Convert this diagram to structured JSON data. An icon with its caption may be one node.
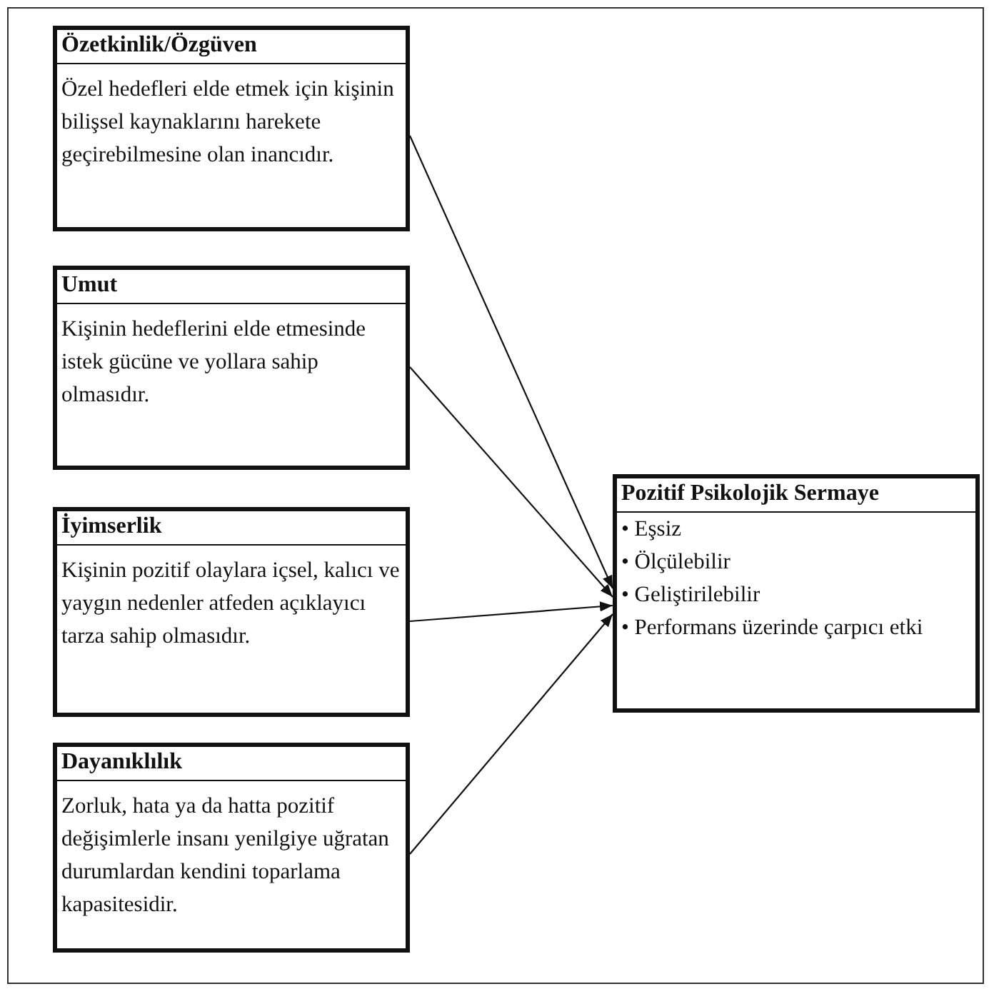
{
  "diagram": {
    "nodes": [
      {
        "text": [
          "Özetkinlik/Özgüven",
          "Özel hedefleri elde etmek için kişinin bilişsel kaynaklarını harekete geçirebilmesine olan inancıdır."
        ]
      },
      {
        "text": [
          "Umut",
          "Kişinin hedeflerini elde etmesinde istek gücüne ve yollara sahip olmasıdır."
        ]
      },
      {
        "text": [
          "İyimserlik",
          "Kişinin pozitif olaylara içsel, kalıcı ve yaygın nedenler atfeden açıklayıcı tarza sahip olmasıdır."
        ]
      },
      {
        "text": [
          "Dayanıklılık",
          "Zorluk, hata ya da hatta pozitif değişimlerle insanı yenilgiye uğratan durumlardan kendini toparlama kapasitesidir."
        ]
      },
      {
        "text": [
          "Pozitif Psikolojik Sermaye",
          "• Eşsiz",
          "• Ölçülebilir",
          "• Geliştirilebilir",
          "• Performans üzerinde çarpıcı etki"
        ]
      }
    ],
    "edges": [
      {
        "from": 0,
        "to": 4,
        "arrow": "to"
      },
      {
        "from": 1,
        "to": 4,
        "arrow": "to"
      },
      {
        "from": 2,
        "to": 4,
        "arrow": "to"
      },
      {
        "from": 3,
        "to": 4,
        "arrow": "to"
      }
    ]
  }
}
